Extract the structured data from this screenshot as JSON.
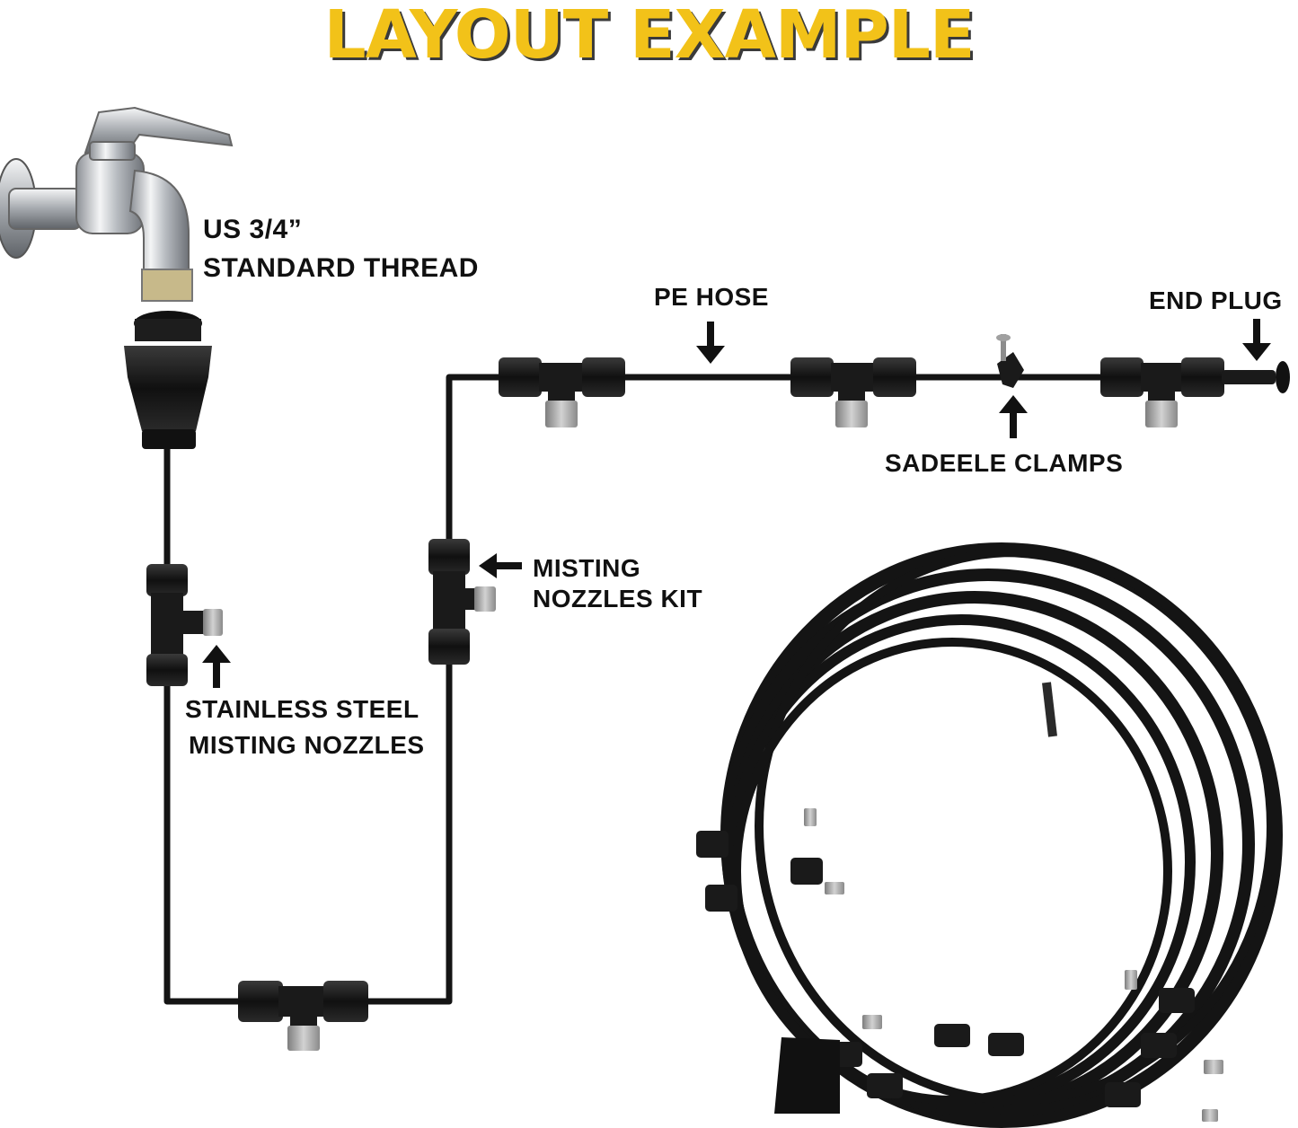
{
  "title": "LAYOUT EXAMPLE",
  "labels": {
    "faucet_line1": "US 3/4”",
    "faucet_line2": "STANDARD THREAD",
    "pe_hose": "PE HOSE",
    "end_plug": "END PLUG",
    "sadeele_clamps": "SADEELE CLAMPS",
    "misting_kit_line1": "MISTING",
    "misting_kit_line2": "NOZZLES KIT",
    "nozzles_line1": "STAINLESS STEEL",
    "nozzles_line2": "MISTING NOZZLES"
  },
  "colors": {
    "title": "#f2c219",
    "title_shadow": "#3a3a3a",
    "hose": "#141414",
    "fitting": "#1c1c1c",
    "nozzle": "#a9a9a9",
    "chrome": "#c9ccd0"
  }
}
